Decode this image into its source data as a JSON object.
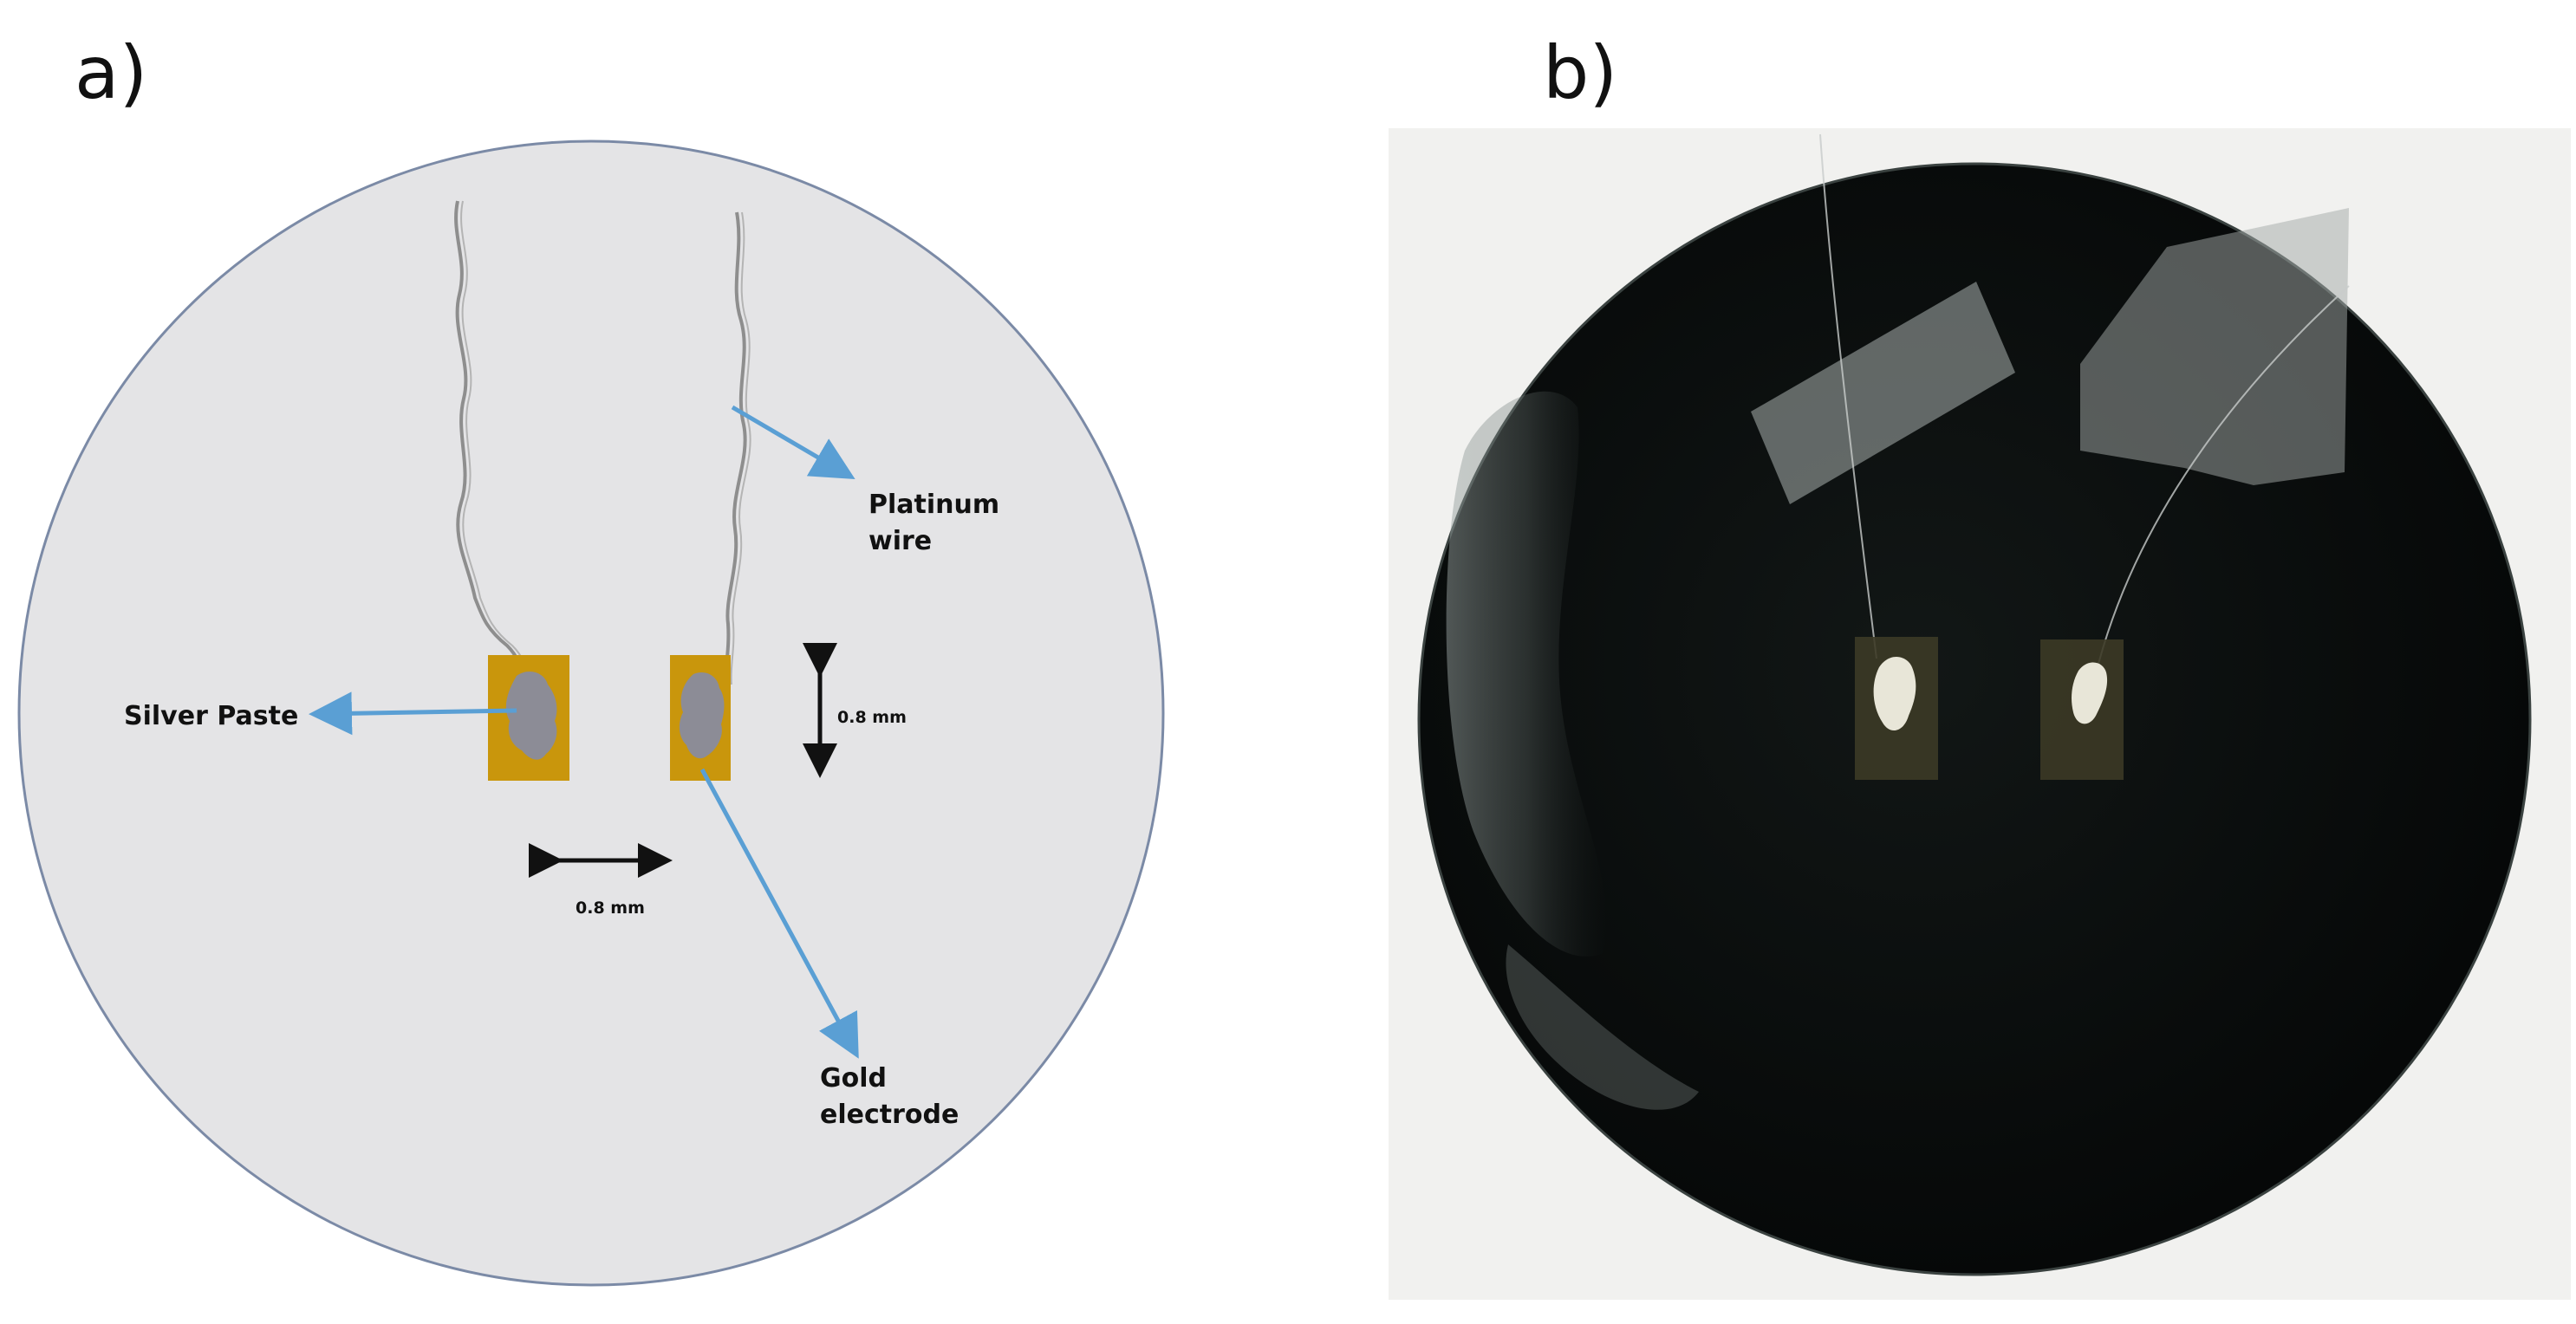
{
  "panels": {
    "a_label": "a)",
    "b_label": "b)"
  },
  "diagram": {
    "silver_paste": "Silver Paste",
    "platinum_line1": "Platinum",
    "platinum_line2": "wire",
    "gold_line1": "Gold",
    "gold_line2": "electrode",
    "vertical_dim": "0.8 mm",
    "horizontal_dim": "0.8 mm"
  },
  "colors": {
    "disc_fill": "#e4e4e6",
    "disc_stroke": "#7b8aa6",
    "electrode_gold": "#c9960c",
    "paste_gray": "#8c8c96",
    "arrow_blue": "#5a9fd4",
    "photo_background": "#f1f1ef",
    "photo_disc": "#080b0a"
  }
}
